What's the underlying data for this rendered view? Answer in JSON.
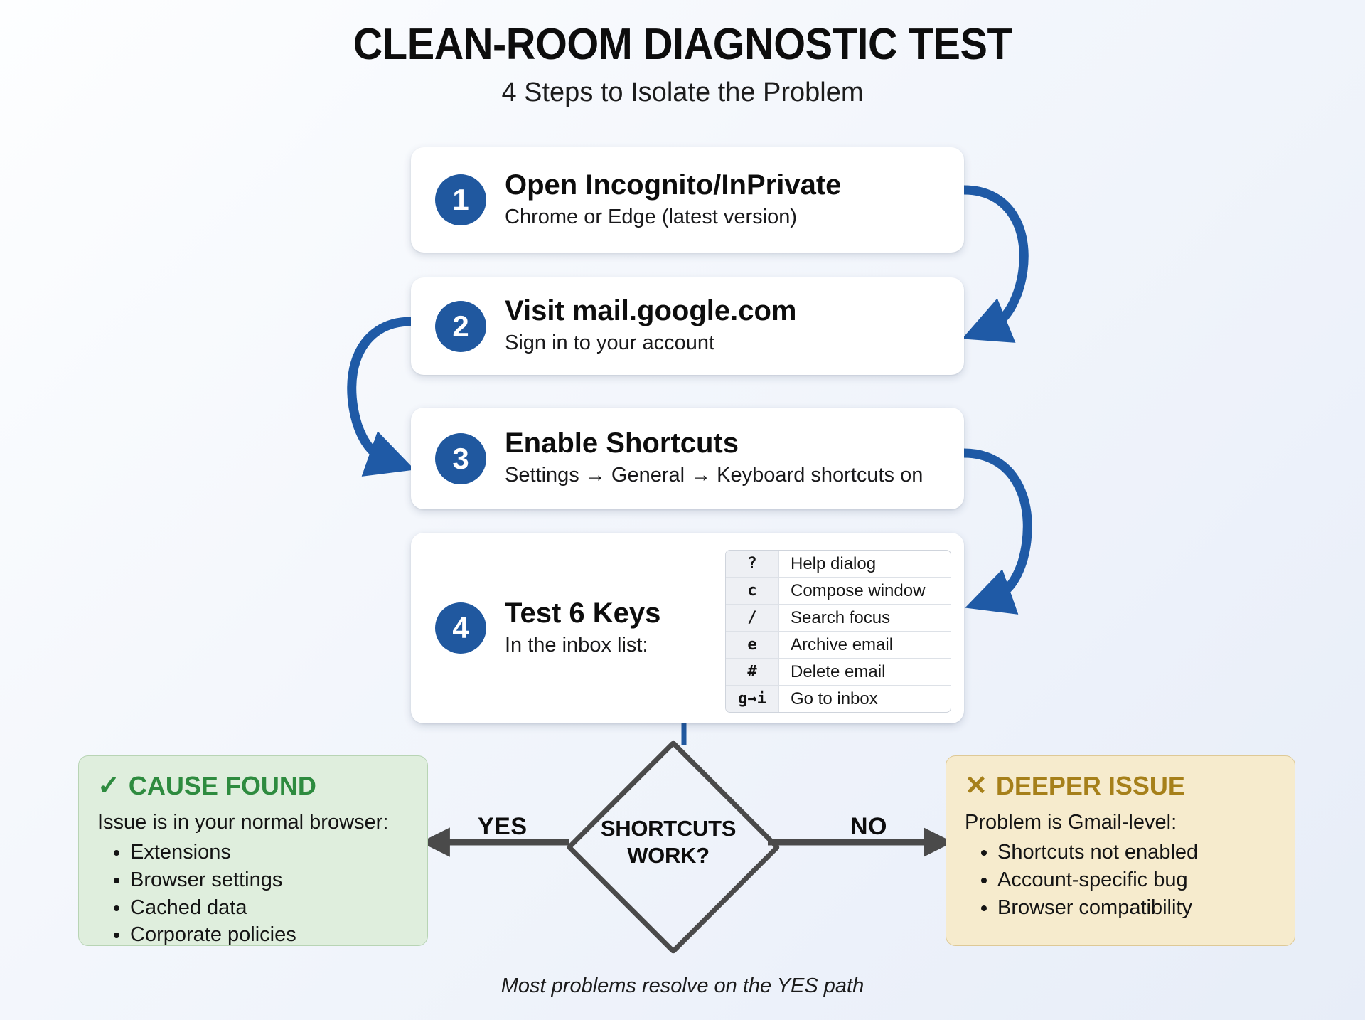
{
  "header": {
    "title": "CLEAN-ROOM DIAGNOSTIC TEST",
    "subtitle": "4 Steps to Isolate the Problem"
  },
  "steps": [
    {
      "number": "1",
      "title": "Open Incognito/InPrivate",
      "sub": "Chrome or Edge (latest version)"
    },
    {
      "number": "2",
      "title": "Visit mail.google.com",
      "sub": "Sign in to your account"
    },
    {
      "number": "3",
      "title": "Enable Shortcuts",
      "sub": "Settings → General → Keyboard shortcuts on"
    },
    {
      "number": "4",
      "title": "Test 6 Keys",
      "sub": "In the inbox list:"
    }
  ],
  "key_table": {
    "rows": [
      {
        "key": "?",
        "desc": "Help dialog"
      },
      {
        "key": "c",
        "desc": "Compose window"
      },
      {
        "key": "/",
        "desc": "Search focus"
      },
      {
        "key": "e",
        "desc": "Archive email"
      },
      {
        "key": "#",
        "desc": "Delete email"
      },
      {
        "key": "g→i",
        "desc": "Go to inbox"
      }
    ]
  },
  "decision": {
    "line1": "SHORTCUTS",
    "line2": "WORK?",
    "yes_label": "YES",
    "no_label": "NO"
  },
  "outcomes": {
    "yes": {
      "mark": "✓",
      "heading": "CAUSE FOUND",
      "lead": "Issue is in your normal browser:",
      "items": [
        "Extensions",
        "Browser settings",
        "Cached data",
        "Corporate policies"
      ],
      "accent": "#2e8b3f",
      "background": "#dfeedd"
    },
    "no": {
      "mark": "✕",
      "heading": "DEEPER ISSUE",
      "lead": "Problem is Gmail-level:",
      "items": [
        "Shortcuts not enabled",
        "Account-specific bug",
        "Browser compatibility"
      ],
      "accent": "#a6801a",
      "background": "#f6ebcd"
    }
  },
  "footer": {
    "note": "Most problems resolve on the YES path"
  },
  "colors": {
    "badge_blue": "#20589f",
    "arrow_blue": "#1f5aa6",
    "flow_gray": "#4a4a4a"
  }
}
